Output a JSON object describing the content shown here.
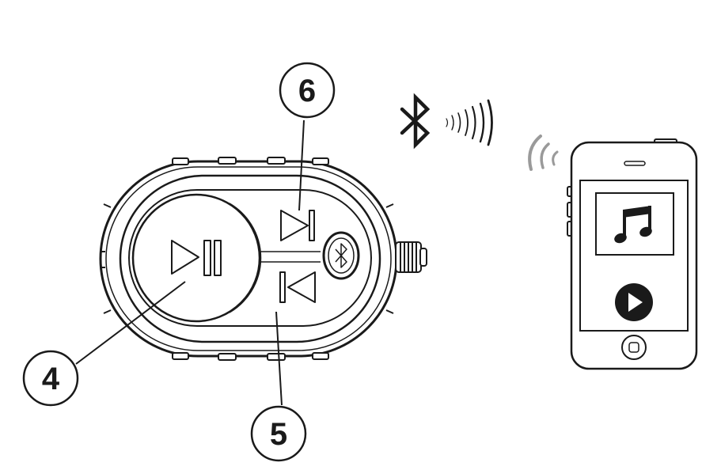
{
  "diagram": {
    "callouts": [
      {
        "id": "play-pause",
        "number": "4"
      },
      {
        "id": "previous-track",
        "number": "5"
      },
      {
        "id": "next-track",
        "number": "6"
      }
    ],
    "icons": {
      "remote_buttons": [
        "play-pause-icon",
        "next-track-icon",
        "previous-track-icon",
        "bluetooth-icon"
      ],
      "connection": [
        "bluetooth-icon",
        "signal-waves-icon"
      ],
      "phone_screen": [
        "music-note-icon",
        "play-icon"
      ]
    },
    "colors": {
      "line": "#1a1a1a",
      "signal_gray": "#9a9a9a",
      "background": "#ffffff"
    }
  }
}
